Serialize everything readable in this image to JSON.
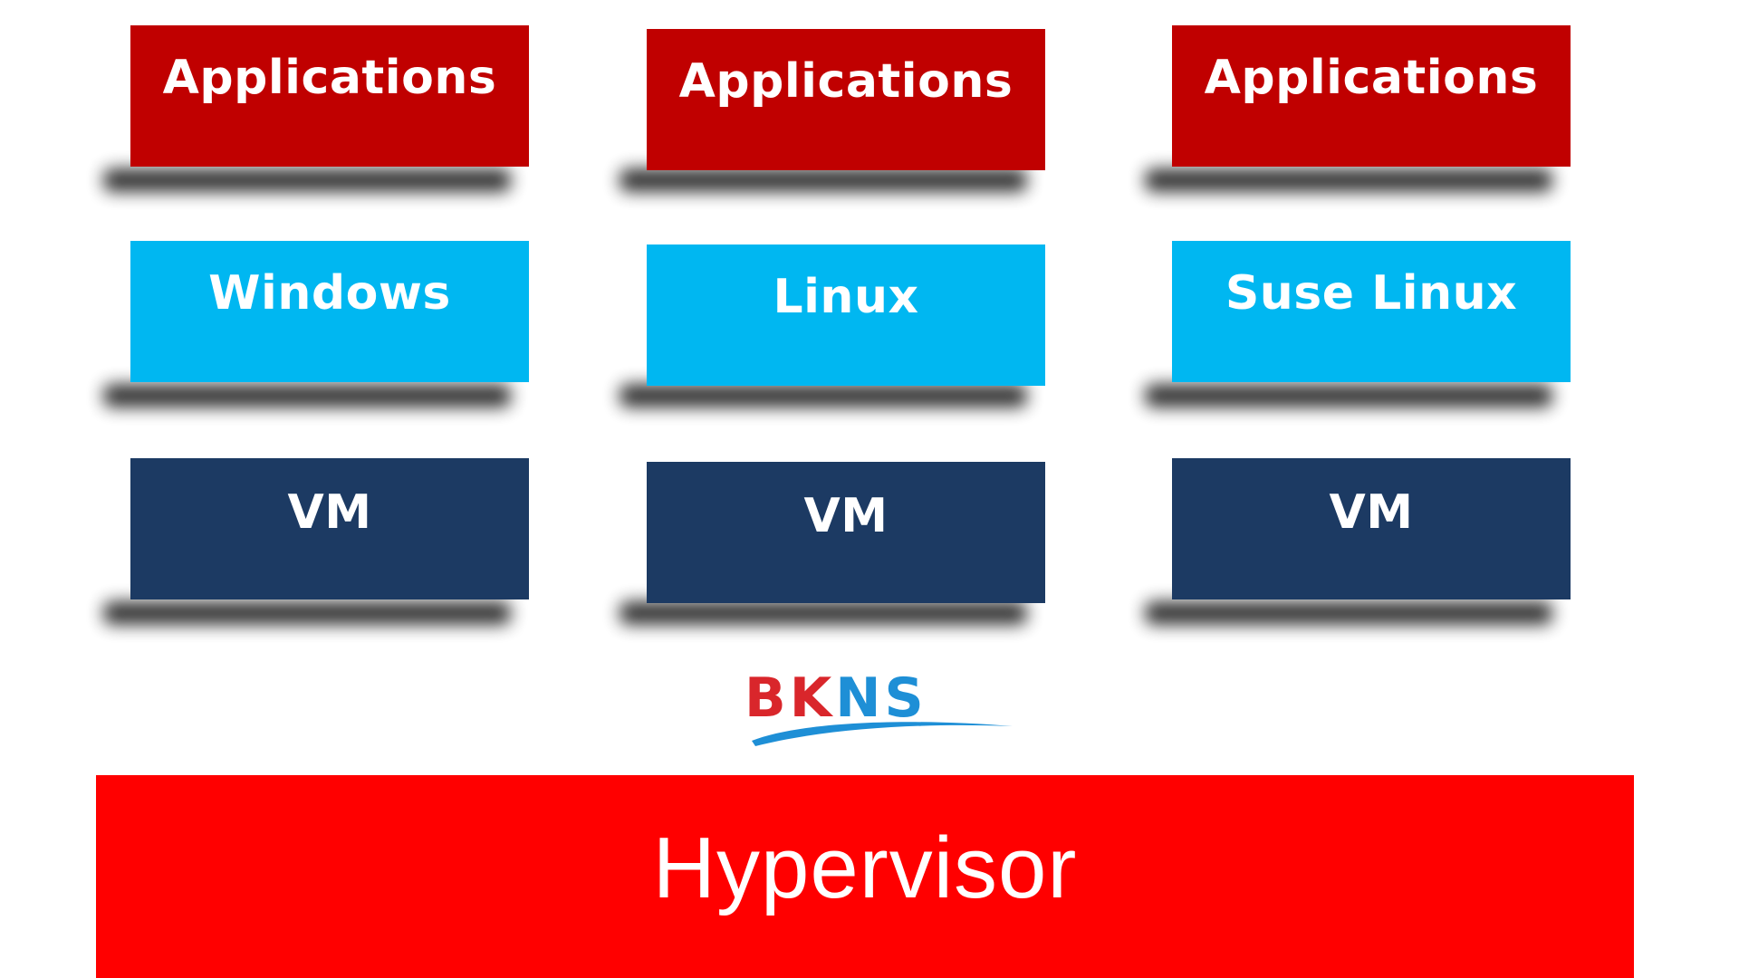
{
  "stacks": [
    {
      "applications": "Applications",
      "os": "Windows",
      "vm": "VM"
    },
    {
      "applications": "Applications",
      "os": "Linux",
      "vm": "VM"
    },
    {
      "applications": "Applications",
      "os": "Suse Linux",
      "vm": "VM"
    }
  ],
  "logo": {
    "part1": "BK",
    "part2": "NS"
  },
  "hypervisor": {
    "label": "Hypervisor"
  },
  "colors": {
    "applications": "#c00000",
    "os": "#00b7f1",
    "vm": "#1c3a63",
    "hypervisor": "#ff0000",
    "logo_red": "#d9262b",
    "logo_blue": "#1e8fd6"
  }
}
